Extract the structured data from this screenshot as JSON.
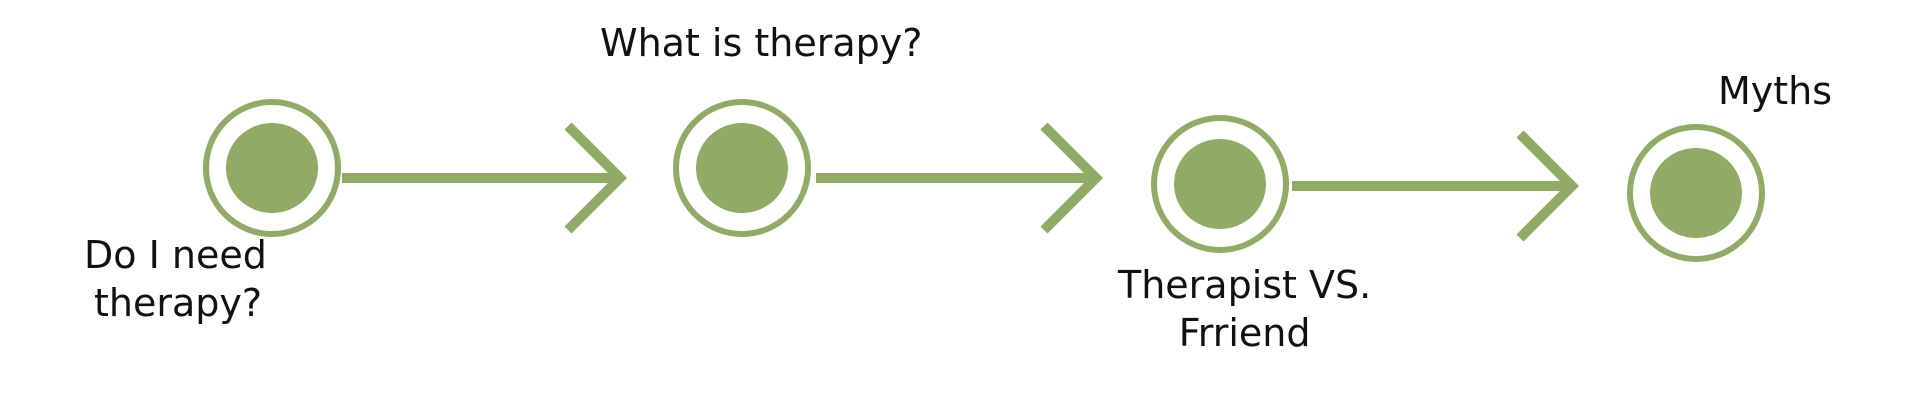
{
  "diagram": {
    "accent_color": "#8fab66",
    "background": "#ffffff",
    "steps": [
      {
        "lines": [
          "Do I need",
          "therapy?"
        ]
      },
      {
        "lines": [
          "What is therapy?"
        ]
      },
      {
        "lines": [
          "Therapist VS.",
          "Frriend"
        ]
      },
      {
        "lines": [
          "Myths"
        ]
      }
    ]
  }
}
